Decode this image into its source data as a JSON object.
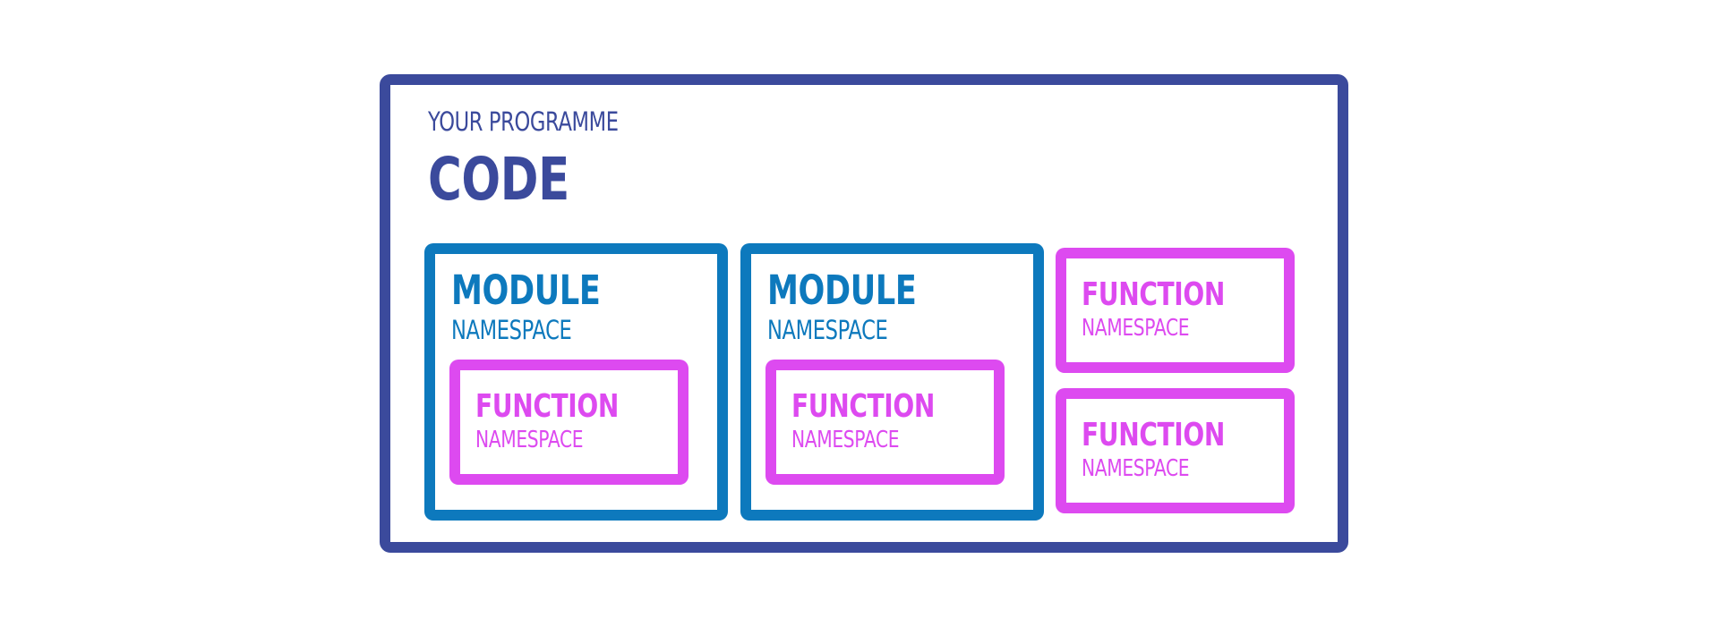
{
  "program": {
    "caption": "YOUR PROGRAMME",
    "title": "CODE"
  },
  "modules": [
    {
      "title": "MODULE",
      "subtitle": "NAMESPACE",
      "function": {
        "title": "FUNCTION",
        "subtitle": "NAMESPACE"
      }
    },
    {
      "title": "MODULE",
      "subtitle": "NAMESPACE",
      "function": {
        "title": "FUNCTION",
        "subtitle": "NAMESPACE"
      }
    }
  ],
  "functions": [
    {
      "title": "FUNCTION",
      "subtitle": "NAMESPACE"
    },
    {
      "title": "FUNCTION",
      "subtitle": "NAMESPACE"
    }
  ],
  "colors": {
    "code": "#3b4a9c",
    "module": "#0d79bd",
    "function": "#dd4af0"
  }
}
